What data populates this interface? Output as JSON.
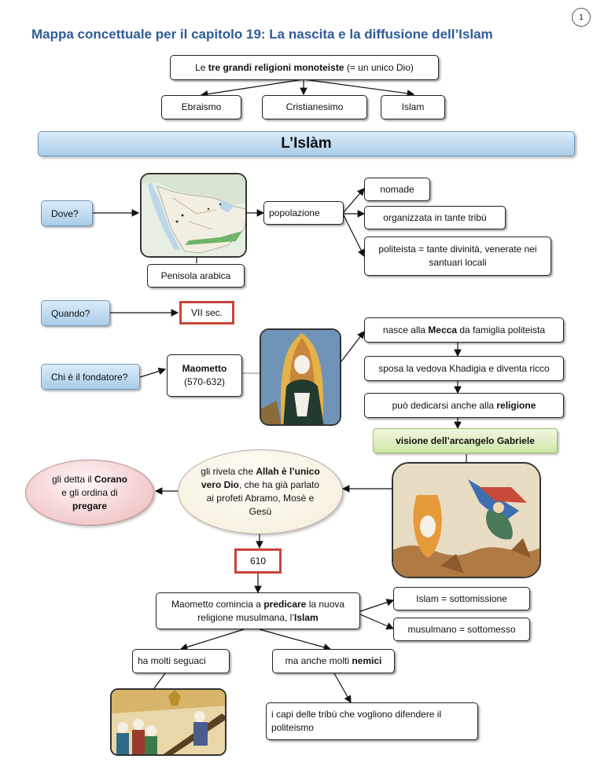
{
  "page_number": "1",
  "title": "Mappa concettuale per il capitolo 19: La nascita e la diffusione dell’Islam",
  "religions": {
    "heading_parts": [
      "Le ",
      "tre grandi religioni monoteiste",
      " (= un unico Dio)"
    ],
    "items": [
      "Ebraismo",
      "Cristianesimo",
      "Islam"
    ]
  },
  "section_title": "L’Islàm",
  "where": {
    "question": "Dove?",
    "map_label": "Penisola arabica",
    "population": "popolazione",
    "traits": [
      "nomade",
      "organizzata in tante tribù",
      "politeista = tante divinità, venerate nei santuari locali"
    ]
  },
  "when": {
    "question": "Quando?",
    "answer": "VII sec."
  },
  "founder": {
    "question": "Chi è il fondatore?",
    "name": "Maometto",
    "dates": "(570-632)",
    "timeline": [
      [
        "nasce alla ",
        "Mecca",
        " da famiglia politeista"
      ],
      [
        "sposa la vedova Khadigia e diventa ricco"
      ],
      [
        "può dedicarsi anche alla ",
        "religione"
      ]
    ],
    "vision": "visione dell’arcangelo Gabriele"
  },
  "revelation": {
    "reveals": [
      "gli rivela che ",
      "Allah è l’unico vero Dio",
      ", che ha già parlato ai profeti Abramo, Mosè e Gesù"
    ],
    "dictates": [
      "gli detta il ",
      "Corano",
      " e gli ordina di ",
      "pregare"
    ],
    "year": "610"
  },
  "preaching": {
    "main": [
      "Maometto comincia a ",
      "predicare",
      " la nuova religione musulmana, l’",
      "Islam"
    ],
    "defs": [
      "Islam = sottomissione",
      "musulmano = sottomesso"
    ],
    "followers": "ha molti seguaci",
    "enemies": [
      "ma anche molti ",
      "nemici"
    ],
    "enemies_detail": "i capi delle tribù che vogliono difendere il politeismo"
  }
}
